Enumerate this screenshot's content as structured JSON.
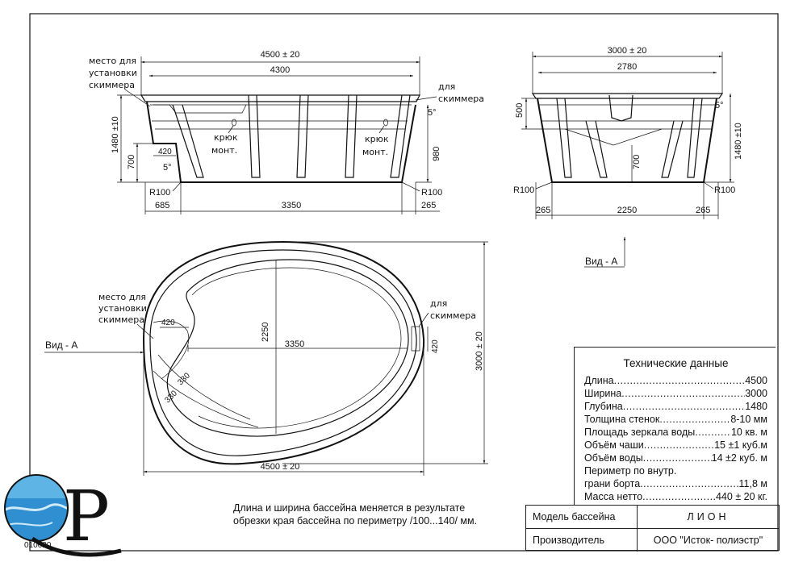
{
  "front_view": {
    "dim_overall": "4500 ± 20",
    "dim_top": "4300",
    "dim_height": "1480 ±10",
    "dim_700": "700",
    "dim_420": "420",
    "angle_left": "5°",
    "angle_right": "5°",
    "dim_980": "980",
    "radius_left": "R100",
    "radius_right": "R100",
    "dim_bottom_left": "685",
    "dim_bottom_mid": "3350",
    "dim_bottom_right": "265",
    "skimmer_place_label": [
      "место для",
      "установки",
      "скиммера"
    ],
    "for_skimmer_label": [
      "для",
      "скиммера"
    ],
    "hook_label_left": [
      "крюк",
      "монт."
    ],
    "hook_label_right": [
      "крюк",
      "монт."
    ]
  },
  "side_view": {
    "dim_overall": "3000 ± 20",
    "dim_top": "2780",
    "dim_500": "500",
    "angle": "5°",
    "dim_height": "1480 ±10",
    "dim_700": "700",
    "radius_left": "R100",
    "radius_right": "R100",
    "dim_bottom_left": "265",
    "dim_bottom_mid": "2250",
    "dim_bottom_right": "265",
    "view_label": "Вид - А"
  },
  "plan_view": {
    "skimmer_place_label": [
      "место для",
      "установки",
      "скиммера"
    ],
    "for_skimmer_label": [
      "для",
      "скиммера"
    ],
    "view_label": "Вид - А",
    "dim_420_left": "420",
    "dim_2250": "2250",
    "dim_3350": "3350",
    "dim_420_right": "420",
    "dim_3000": "3000 ± 20",
    "dim_330_a": "330",
    "dim_330_b": "330",
    "dim_4500": "4500 ± 20"
  },
  "specs": {
    "title": "Технические данные",
    "rows": [
      {
        "label": "Длина ",
        "value": " 4500"
      },
      {
        "label": "Ширина ",
        "value": " 3000"
      },
      {
        "label": "Глубина ",
        "value": " 1480"
      },
      {
        "label": "Толщина стенок ",
        "value": " 8-10 мм"
      },
      {
        "label": "Площадь зеркала воды ",
        "value": "10 кв. м"
      },
      {
        "label": "Объём чаши ",
        "value": " 15 ±1 куб.м"
      },
      {
        "label": "Объём воды ",
        "value": " 14 ±2 куб. м"
      }
    ],
    "perimeter_line1": "Периметр по внутр.",
    "perimeter_row": {
      "label": "грани борта ",
      "value": " 11,8 м"
    },
    "mass_row": {
      "label": "Масса нетто ",
      "value": " 440 ± 20 кг."
    }
  },
  "note": "Длина и ширина бассейна меняется в результате обрезки края бассейна по периметру /100...140/ мм.",
  "title_block": {
    "model_label": "Модель бассейна",
    "model_value": "ЛИОН",
    "maker_label": "Производитель",
    "maker_value": "ООО \"Исток- полиэстр\""
  },
  "logo": {
    "letters": "QP",
    "code": "010620"
  }
}
